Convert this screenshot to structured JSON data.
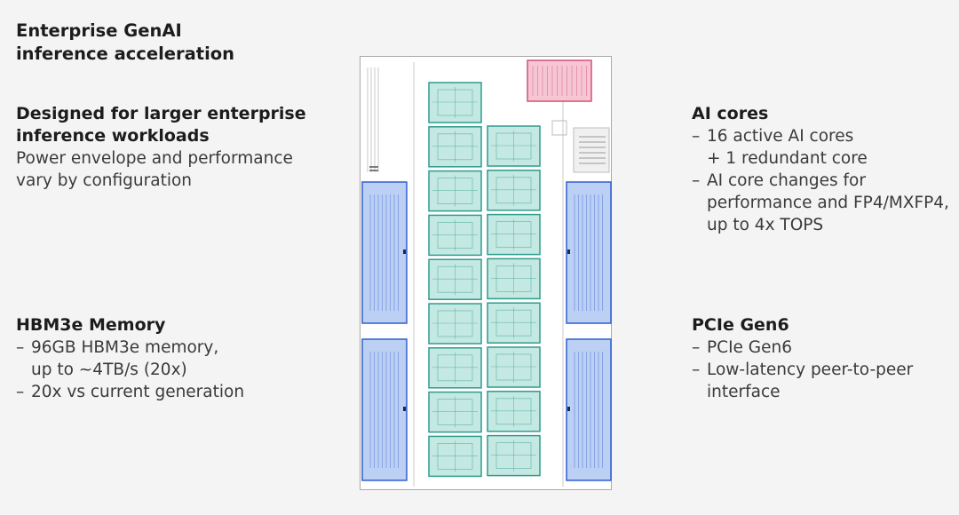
{
  "header": {
    "line1": "Enterprise GenAI",
    "line2": "inference acceleration"
  },
  "left_top": {
    "heading_line1": "Designed for larger enterprise",
    "heading_line2": "inference workloads",
    "body_line1": "Power envelope and performance",
    "body_line2": "vary by configuration"
  },
  "left_bottom": {
    "heading": "HBM3e Memory",
    "bullet1_line1": "96GB HBM3e memory,",
    "bullet1_line2": "up to ~4TB/s (20x)",
    "bullet2": "20x vs current generation"
  },
  "right_top": {
    "heading": "AI cores",
    "bullet1_line1": "16 active AI cores",
    "bullet1_line2": "+ 1 redundant core",
    "bullet2_line1": "AI core changes for",
    "bullet2_line2": "performance and FP4/MXFP4,",
    "bullet2_line3": "up to 4x TOPS"
  },
  "right_bottom": {
    "heading": "PCIe Gen6",
    "bullet1": "PCIe Gen6",
    "bullet2_line1": "Low-latency peer-to-peer",
    "bullet2_line2": "interface"
  },
  "bullet_dash": "–",
  "colors": {
    "core_fill": "#c4e8e2",
    "core_stroke": "#2f9c8c",
    "hbm_fill": "#bcd0f4",
    "hbm_stroke": "#2f5fd0",
    "pcie_fill": "#f6c6d4",
    "pcie_stroke": "#d0507a"
  }
}
